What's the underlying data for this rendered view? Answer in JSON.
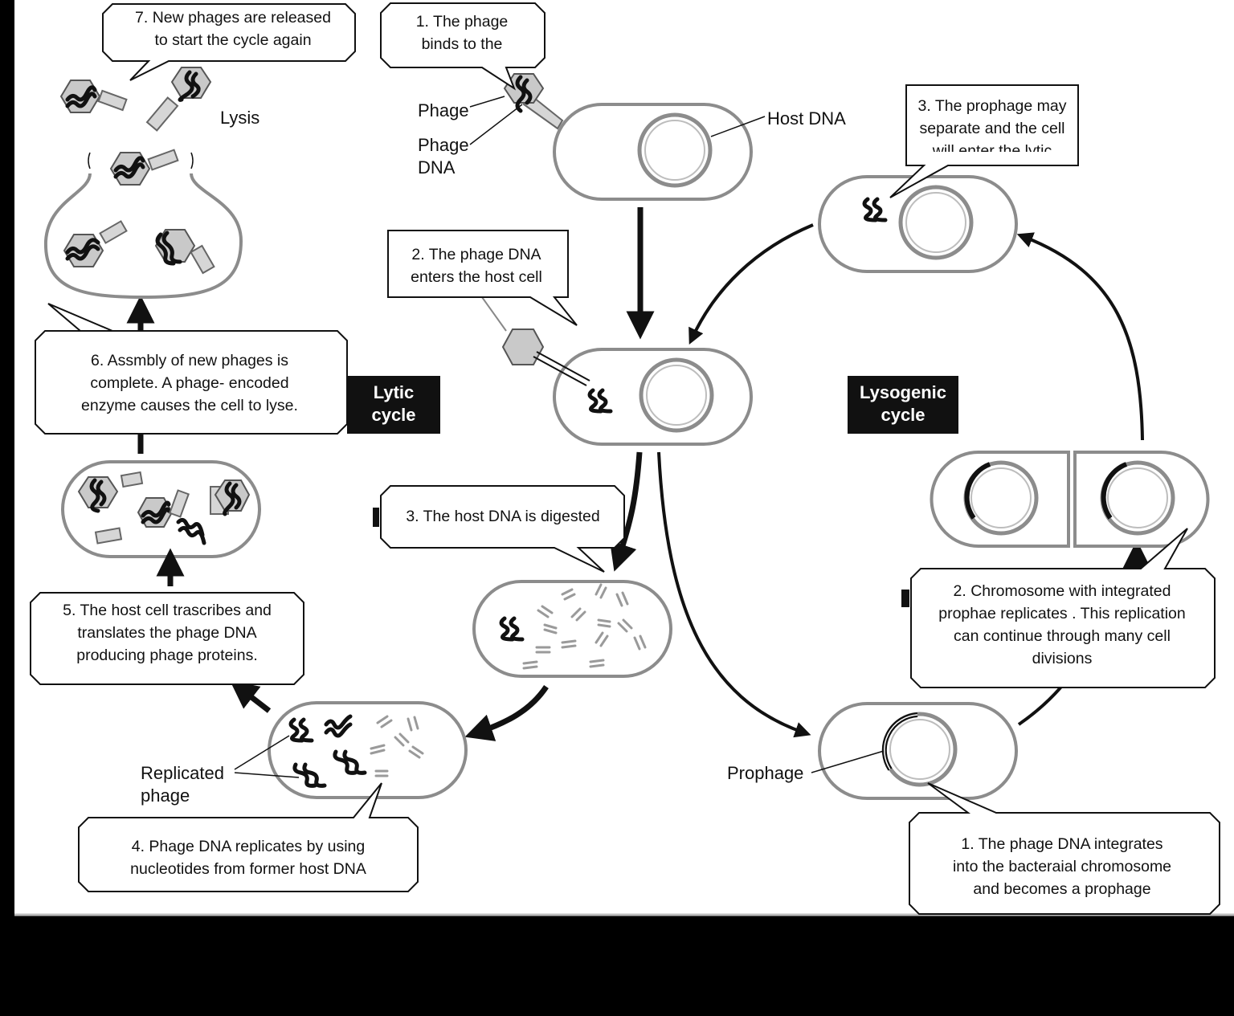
{
  "lytic_tag": [
    "Lytic",
    "cycle"
  ],
  "lysogenic_tag": [
    "Lysogenic",
    "cycle"
  ],
  "labels": {
    "lysis": "Lysis",
    "phage": "Phage",
    "phage_dna": [
      "Phage",
      "DNA"
    ],
    "host_dna": "Host DNA",
    "replicated_phage": [
      "Replicated",
      "phage"
    ],
    "prophage": "Prophage"
  },
  "lytic_steps": [
    [
      "1. The phage",
      "binds to the"
    ],
    [
      "2. The phage DNA",
      "enters the host cell"
    ],
    [
      "3. The host DNA is digested"
    ],
    [
      "4. Phage DNA replicates by using",
      "nucleotides from former host DNA"
    ],
    [
      "5. The host cell trascribes and",
      "translates the phage DNA",
      "producing phage proteins."
    ],
    [
      "6. Assmbly of new phages is",
      "complete. A phage- encoded",
      "enzyme causes the cell to lyse."
    ],
    [
      "7. New phages are released",
      "to start the cycle again"
    ]
  ],
  "lysogenic_steps": [
    [
      "1. The phage DNA integrates",
      "into the bacteraial chromosome",
      "and becomes a prophage"
    ],
    [
      "2. Chromosome with integrated",
      "prophae replicates . This replication",
      "can continue through many cell",
      "divisions"
    ],
    [
      "3. The prophage may",
      "separate and the cell",
      "will enter the lytic"
    ]
  ]
}
